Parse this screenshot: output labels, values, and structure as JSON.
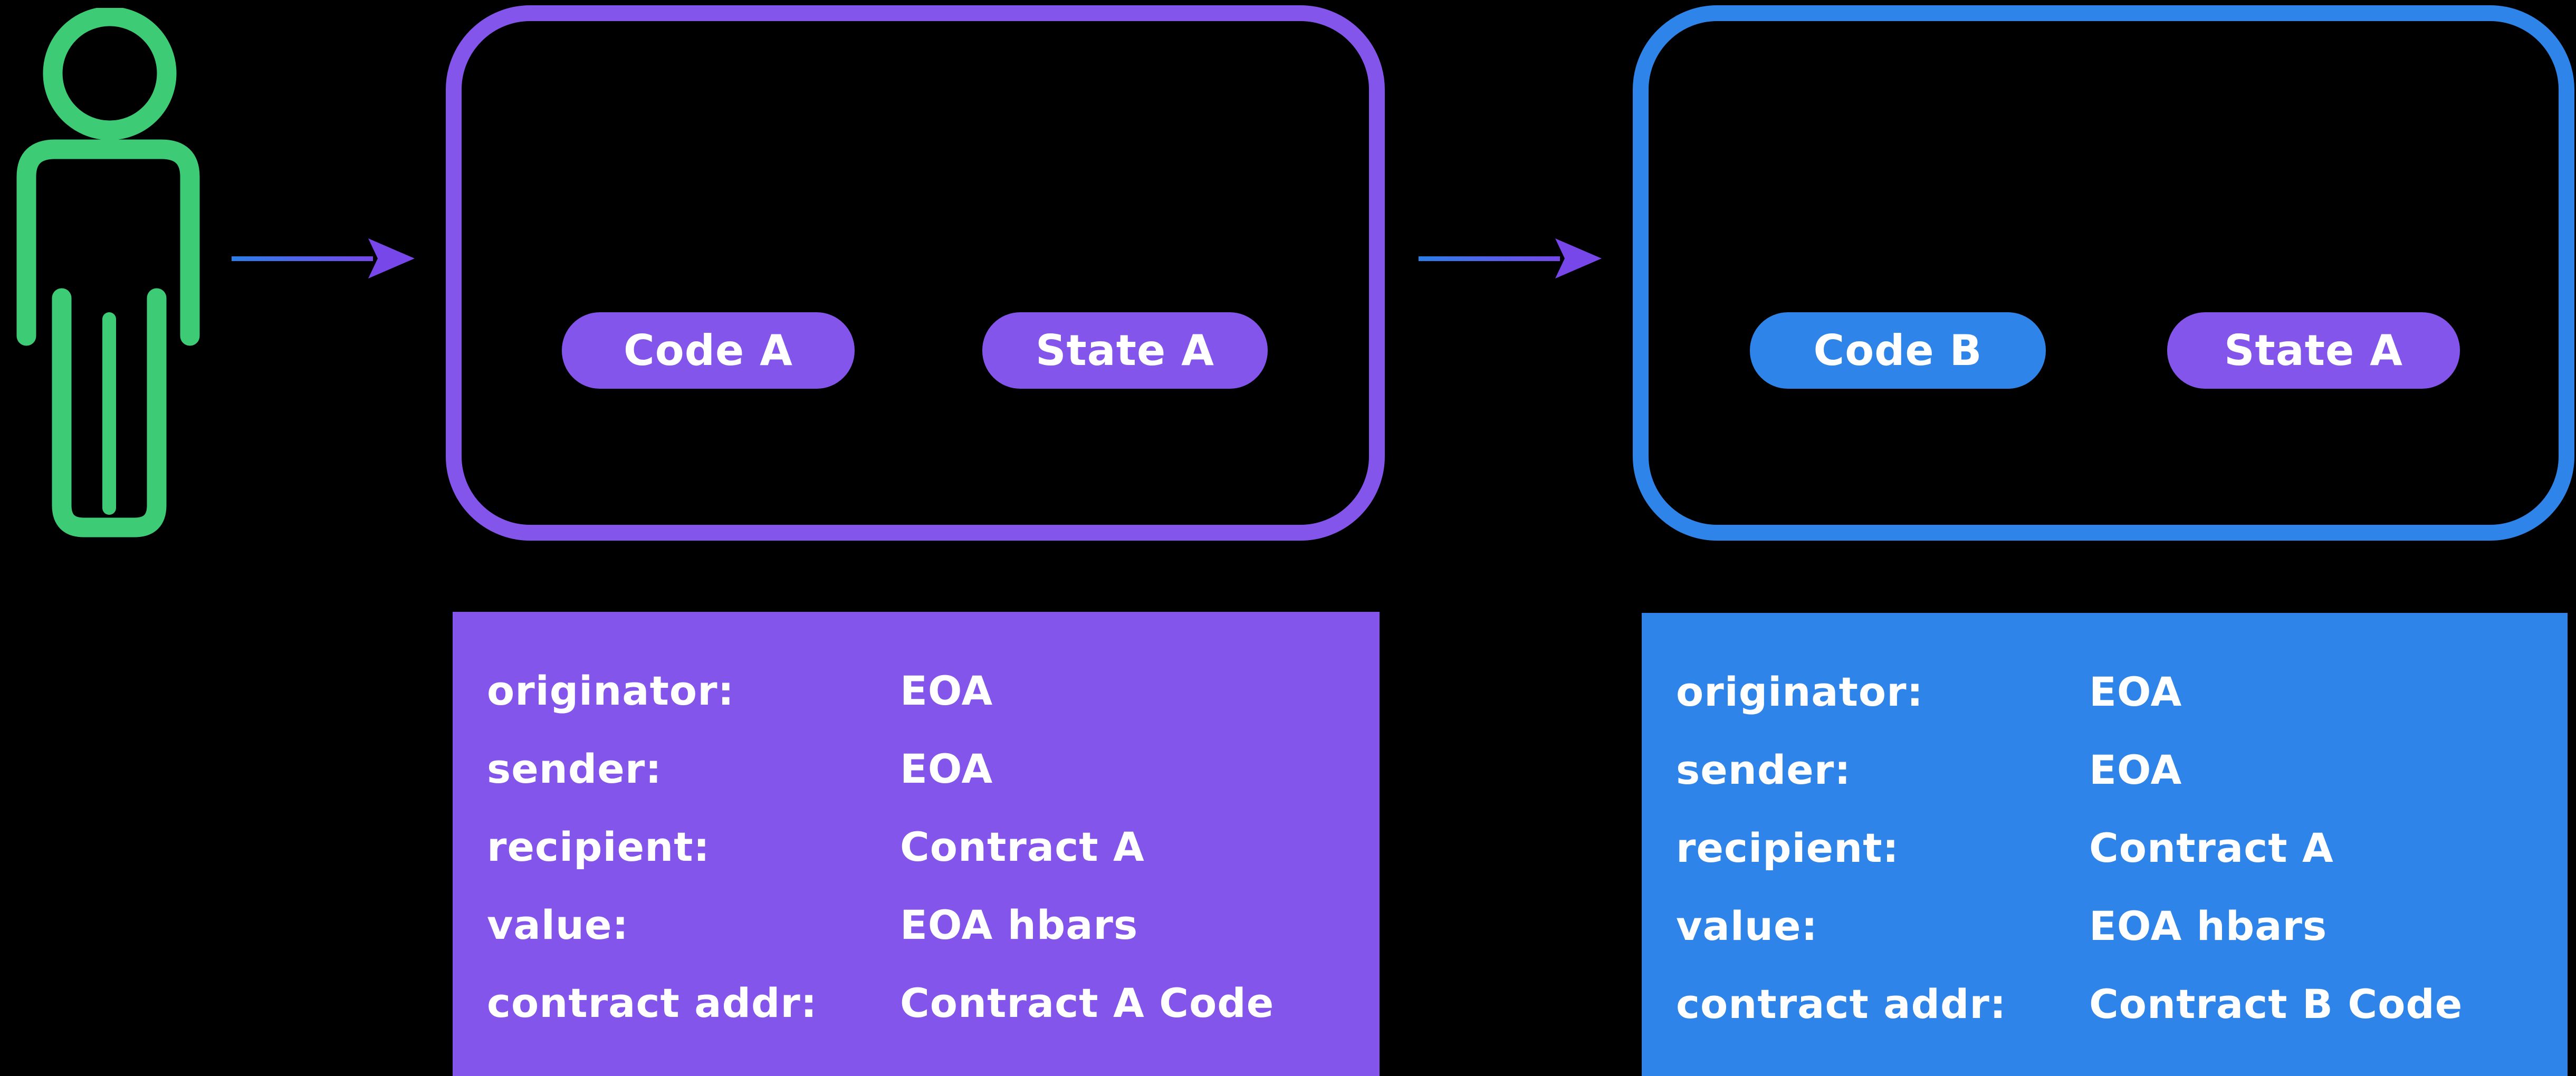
{
  "icons": {
    "person": "person-outline-icon",
    "arrow": "right-arrow-icon"
  },
  "colors": {
    "person_green": "#3ECB76",
    "purple": "#8355EB",
    "blue": "#2E84E8",
    "arrow_gradient_start": "#2C7EE8",
    "arrow_gradient_end": "#7747E9",
    "background": "#000000",
    "text": "#FFFFFF"
  },
  "contract_a_box": {
    "pills": [
      {
        "label": "Code A",
        "color": "#8355EB"
      },
      {
        "label": "State A",
        "color": "#8355EB"
      }
    ]
  },
  "contract_b_box": {
    "pills": [
      {
        "label": "Code B",
        "color": "#2E84E8"
      },
      {
        "label": "State A",
        "color": "#8355EB"
      }
    ]
  },
  "transaction_a": {
    "rows": [
      {
        "label": "originator:",
        "value": "EOA"
      },
      {
        "label": "sender:",
        "value": "EOA"
      },
      {
        "label": "recipient:",
        "value": "Contract A"
      },
      {
        "label": "value:",
        "value": "EOA hbars"
      },
      {
        "label": "contract addr:",
        "value": "Contract A Code"
      }
    ]
  },
  "transaction_b": {
    "rows": [
      {
        "label": "originator:",
        "value": "EOA"
      },
      {
        "label": "sender:",
        "value": "EOA"
      },
      {
        "label": "recipient:",
        "value": "Contract A"
      },
      {
        "label": "value:",
        "value": "EOA hbars"
      },
      {
        "label": "contract addr:",
        "value": "Contract B Code"
      }
    ]
  }
}
